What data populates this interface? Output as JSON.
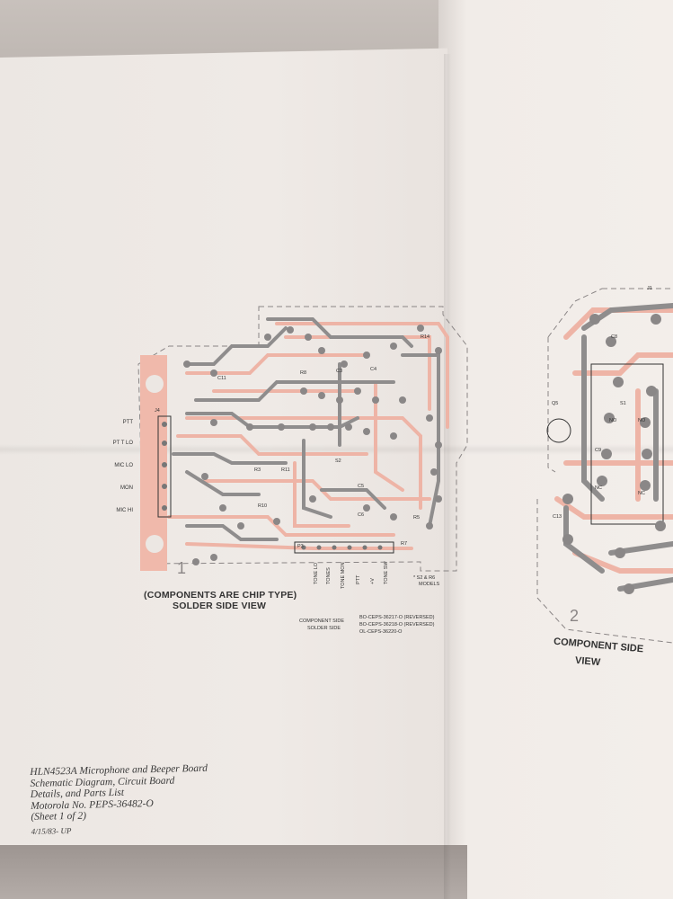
{
  "board_left": {
    "connector_label": "J4",
    "pins": [
      "PTT",
      "PT T LO",
      "MIC LO",
      "MON",
      "MIC HI"
    ],
    "parts": [
      "C11",
      "R14",
      "R8",
      "C3",
      "C4",
      "R3",
      "R11",
      "S2",
      "R10",
      "C5",
      "C6",
      "R5",
      "P3",
      "R7"
    ],
    "panel_number": "1",
    "caption_line1": "(COMPONENTS ARE CHIP TYPE)",
    "caption_line2": "SOLDER SIDE VIEW",
    "bottom_labels": [
      "TONE LO",
      "TONES",
      "TONE MON",
      "PTT",
      "+V",
      "TONE SW"
    ],
    "note": "* S2 & R6",
    "note2": "MODELS",
    "side_component": "COMPONENT SIDE",
    "side_solder": "SOLDER SIDE",
    "ref1": "BO-CEPS-36217-O (REVERSED)",
    "ref2": "BO-CEPS-36218-O (REVERSED)",
    "ref3": "OL-CEPS-36220-O"
  },
  "board_right": {
    "parts": [
      "J1",
      "C8",
      "Q5",
      "S1",
      "NO",
      "NO",
      "C9",
      "NC",
      "NC",
      "C13"
    ],
    "panel_number": "2",
    "caption_line1": "COMPONENT SIDE",
    "caption_line2": "VIEW"
  },
  "title_block": {
    "line1": "HLN4523A Microphone and Beeper Board",
    "line2": "Schematic Diagram, Circuit Board",
    "line3": "Details, and Parts List",
    "line4": "Motorola No. PEPS-36482-O",
    "line5": "(Sheet 1 of 2)",
    "date": "4/15/83- UP"
  }
}
